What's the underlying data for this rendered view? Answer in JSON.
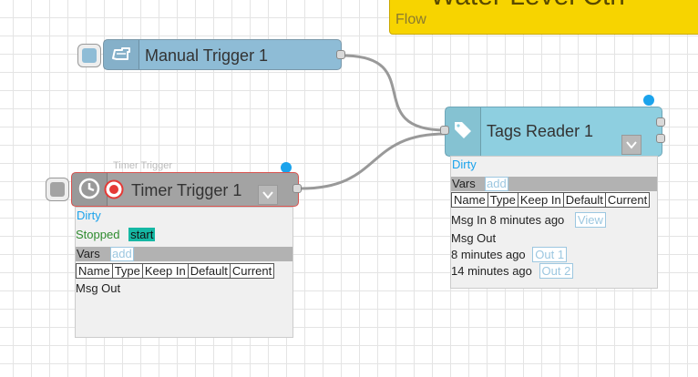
{
  "flow_tab": {
    "title": "Water Level Ctrl",
    "subtitle": "Flow"
  },
  "manual_trigger": {
    "label": "Manual Trigger 1"
  },
  "tags_reader": {
    "label": "Tags Reader 1",
    "dirty": "Dirty",
    "vars_label": "Vars",
    "add_label": "add",
    "columns": [
      "Name",
      "Type",
      "Keep In",
      "Default",
      "Current"
    ],
    "msg_in_text": "Msg In 8 minutes ago",
    "view_label": "View",
    "msg_out_text": "Msg Out",
    "out1_time": "8 minutes ago",
    "out1_label": "Out 1",
    "out2_time": "14 minutes ago",
    "out2_label": "Out 2"
  },
  "timer_trigger": {
    "label": "Timer Trigger 1",
    "type_label": "Timer Trigger",
    "dirty": "Dirty",
    "status": "Stopped",
    "start_label": "start",
    "vars_label": "Vars",
    "add_label": "add",
    "columns": [
      "Name",
      "Type",
      "Keep In",
      "Default",
      "Current"
    ],
    "msg_out_text": "Msg Out"
  },
  "colors": {
    "manual_node": "#8ebcd6",
    "tags_node": "#8ecfe0",
    "timer_node": "#a3a3a3",
    "flow_tab": "#f7d400",
    "status_dot": "#1ba3ec",
    "annotation_arrow": "#d32f2f"
  },
  "icons": {
    "manual": "hand-pointer-icon",
    "tags": "tag-icon",
    "timer": "clock-icon",
    "timer_status": "record-icon",
    "dropdown": "chevron-down-icon"
  }
}
